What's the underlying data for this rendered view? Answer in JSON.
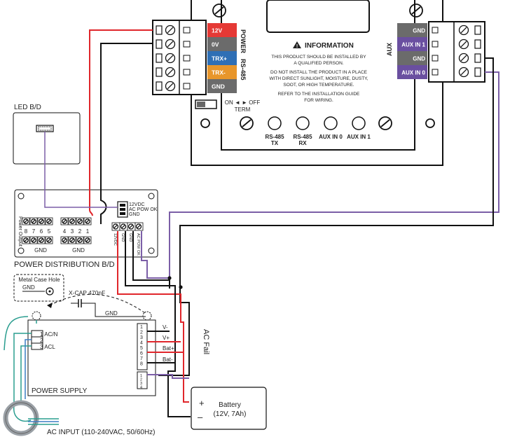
{
  "colors": {
    "red_wire": "#e0262b",
    "black_wire": "#111111",
    "purple_wire": "#7b5ea7",
    "teal_wire": "#2a9d8f",
    "blue_wire": "#3b7fc4",
    "term_12v": "#e53935",
    "term_0v": "#6b6b6b",
    "term_trxp": "#2f6fb5",
    "term_trxm": "#e8962b",
    "term_gnd": "#6b6b6b",
    "term_aux": "#6a4fa0"
  },
  "main_unit": {
    "terminals_left": [
      "12V",
      "0V",
      "TRX+",
      "TRX-",
      "GND"
    ],
    "terminals_right": [
      "GND",
      "AUX IN 1",
      "GND",
      "AUX IN 0"
    ],
    "power_label": "POWER",
    "rs485_label": "RS-485",
    "aux_label": "AUX",
    "info_title": "INFORMATION",
    "info_line1": "THIS PRODUCT SHOULD BE INSTALLED BY",
    "info_line2": "A QUALIFIED PERSON.",
    "info_line3": "DO NOT INSTALL THE PRODUCT IN A PLACE",
    "info_line4": "WITH DIRECT SUNLIGHT, MOISTURE, DUSTY,",
    "info_line5": "SOOT, OR HIGH TEMPERATURE.",
    "info_line6": "REFER TO THE INSTALLATION GUIDE",
    "info_line7": "FOR WIRING.",
    "switch_label_line1": "ON ◄ ► OFF",
    "switch_label_line2": "TERM",
    "leds": [
      {
        "line1": "RS-485",
        "line2": "TX"
      },
      {
        "line1": "RS-485",
        "line2": "RX"
      },
      {
        "line1": "AUX IN 0",
        "line2": ""
      },
      {
        "line1": "AUX IN 1",
        "line2": ""
      }
    ]
  },
  "led_bd": {
    "label": "LED B/D"
  },
  "pdb": {
    "label": "POWER DISTRIBUTION B/D",
    "side_label": "Power Output",
    "output_numbers": [
      "8",
      "7",
      "6",
      "5",
      "4",
      "3",
      "2",
      "1"
    ],
    "gnd_label_left": "GND",
    "gnd_label_right": "GND",
    "connector_line1": "12VDC",
    "connector_line2": "AC POW OK",
    "connector_line3": "GND",
    "bottom_pins": [
      "12VDC",
      "GND",
      "GND",
      "AC POW OK"
    ]
  },
  "metal_case": {
    "title": "Metal Case Hole",
    "gnd": "GND"
  },
  "xcap": {
    "label": "X-CAP 470nF",
    "gnd": "GND"
  },
  "power_supply": {
    "label": "POWER SUPPLY",
    "ac_terms": [
      "1 AC/N",
      "2",
      "3 ACL"
    ],
    "right_numbers": [
      "1",
      "2",
      "3",
      "4",
      "5",
      "6",
      "7",
      "8"
    ],
    "right_labels": [
      "V-",
      "V+",
      "Bat+",
      "Bat-"
    ],
    "bottom_numbers": [
      "1",
      "2",
      "3",
      "4"
    ]
  },
  "ac_fail": "AC Fail",
  "battery": {
    "plus": "+",
    "minus": "–",
    "line1": "Battery",
    "line2": "(12V, 7Ah)"
  },
  "ac_input": "AC INPUT (110-240VAC, 50/60Hz)"
}
